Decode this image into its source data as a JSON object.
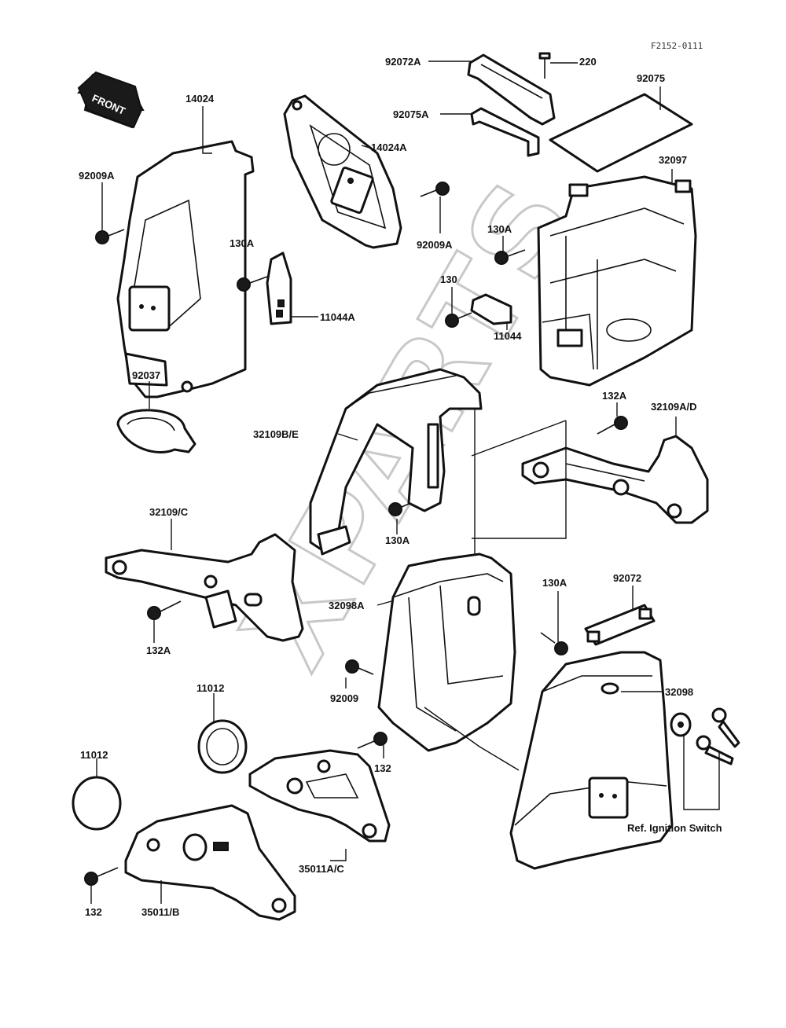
{
  "figure_code": "F2152-0111",
  "watermark": "XPARTS",
  "front_arrow": "FRONT",
  "colors": {
    "ink": "#111111",
    "watermark": "#c8c8c8",
    "paper": "#ffffff"
  },
  "labels": {
    "l_92072A": "92072A",
    "l_220": "220",
    "l_92075": "92075",
    "l_92075A": "92075A",
    "l_14024": "14024",
    "l_14024A": "14024A",
    "l_32097": "32097",
    "l_92009A_left": "92009A",
    "l_92009A_mid": "92009A",
    "l_130A_a": "130A",
    "l_130A_b": "130A",
    "l_130A_c": "130A",
    "l_130A_d": "130A",
    "l_11044A": "11044A",
    "l_130": "130",
    "l_11044": "11044",
    "l_92037": "92037",
    "l_132A_a": "132A",
    "l_132A_b": "132A",
    "l_32109AD": "32109A/D",
    "l_32109BE": "32109B/E",
    "l_32109C": "32109/C",
    "l_92072": "92072",
    "l_32098A": "32098A",
    "l_32098": "32098",
    "l_11012_a": "11012",
    "l_11012_b": "11012",
    "l_92009": "92009",
    "l_132_a": "132",
    "l_132_b": "132",
    "l_35011AC": "35011A/C",
    "l_35011B": "35011/B",
    "l_ref": "Ref. Ignition Switch"
  }
}
